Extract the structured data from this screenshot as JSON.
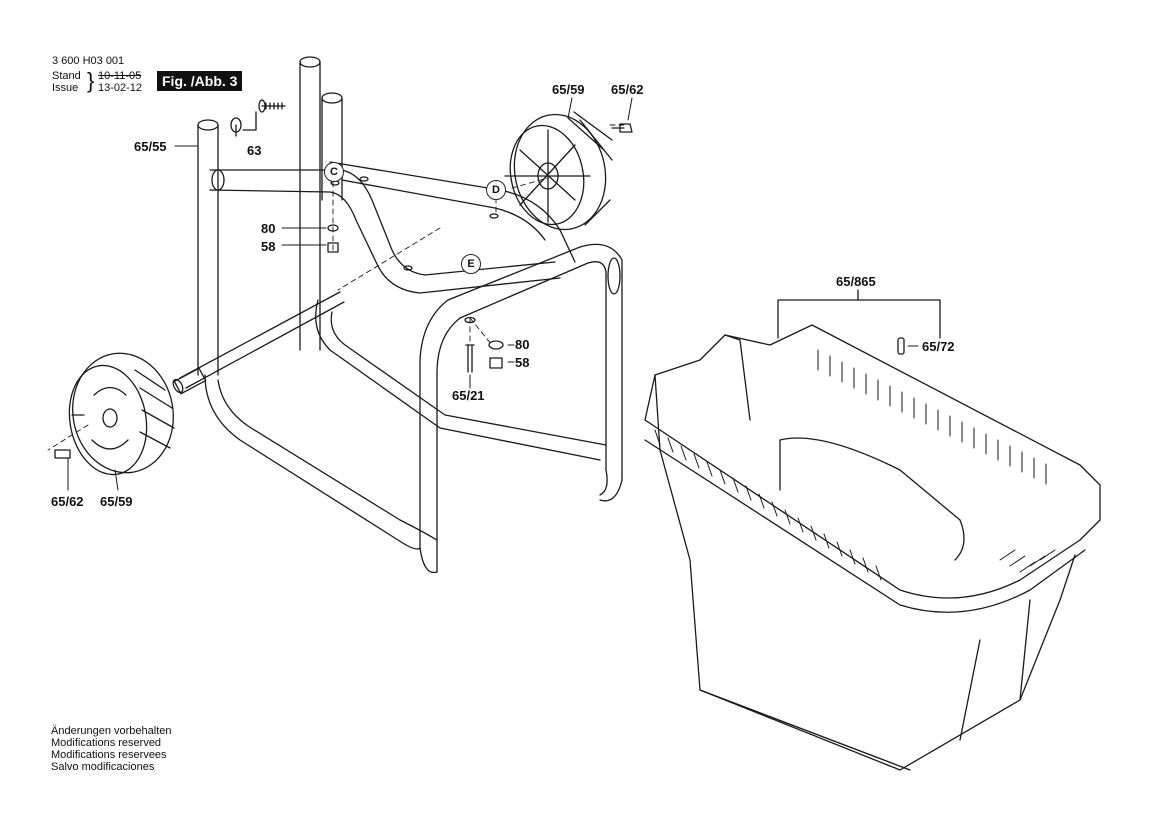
{
  "header": {
    "part_number": "3 600 H03 001",
    "stand_label": "Stand",
    "issue_label": "Issue",
    "stand_date": "10-11-05",
    "issue_date": "13-02-12",
    "figure_label": "Fig. /Abb. 3"
  },
  "callouts": {
    "frame": "65/55",
    "screw_63": "63",
    "washer_80_upper": "80",
    "nut_58_upper": "58",
    "wheel_right": "65/59",
    "screw_right": "65/62",
    "ref_c": "C",
    "ref_d": "D",
    "ref_e": "E",
    "washer_80_lower": "80",
    "nut_58_lower": "58",
    "bolt": "65/21",
    "screw_left": "65/62",
    "wheel_left": "65/59",
    "bin_assembly": "65/865",
    "pin": "65/72"
  },
  "footer": {
    "line1": "Änderungen vorbehalten",
    "line2": "Modifications reserved",
    "line3": "Modifications reservees",
    "line4": "Salvo modificaciones"
  }
}
